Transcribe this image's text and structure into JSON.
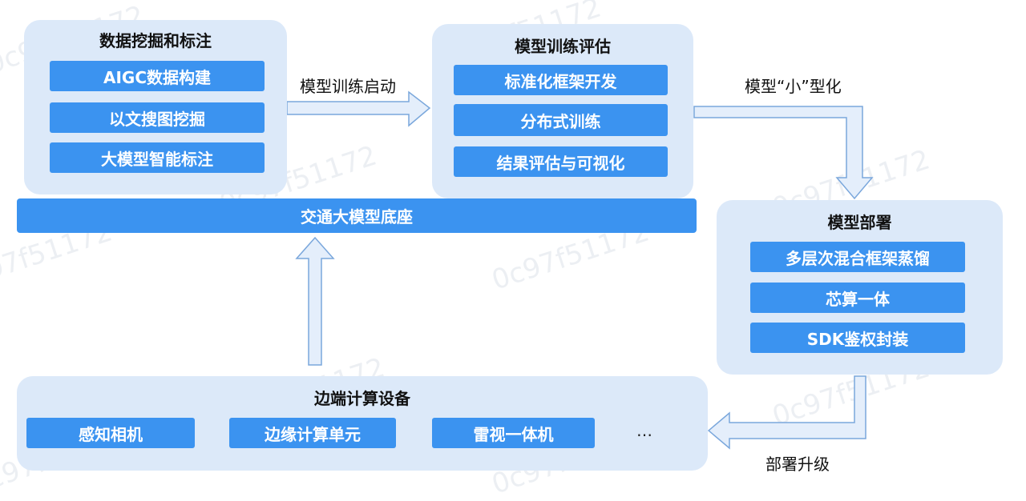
{
  "watermark": "0c97f51172",
  "data_mining": {
    "title": "数据挖掘和标注",
    "items": [
      "AIGC数据构建",
      "以文搜图挖掘",
      "大模型智能标注"
    ]
  },
  "training": {
    "title": "模型训练评估",
    "items": [
      "标准化框架开发",
      "分布式训练",
      "结果评估与可视化"
    ]
  },
  "foundation": {
    "label": "交通大模型底座"
  },
  "deployment": {
    "title": "模型部署",
    "items": [
      "多层次混合框架蒸馏",
      "芯算一体",
      "SDK鉴权封装"
    ]
  },
  "edge": {
    "title": "边端计算设备",
    "items": [
      "感知相机",
      "边缘计算单元",
      "雷视一体机"
    ],
    "more": "…"
  },
  "arrows": {
    "start_training": "模型训练启动",
    "miniaturize": "模型“小”型化",
    "deploy_upgrade": "部署升级"
  },
  "colors": {
    "panel": "#dce9f9",
    "chip": "#3b93f0",
    "arrow_fill": "#e4eefb",
    "arrow_stroke": "#7aa7dc"
  }
}
